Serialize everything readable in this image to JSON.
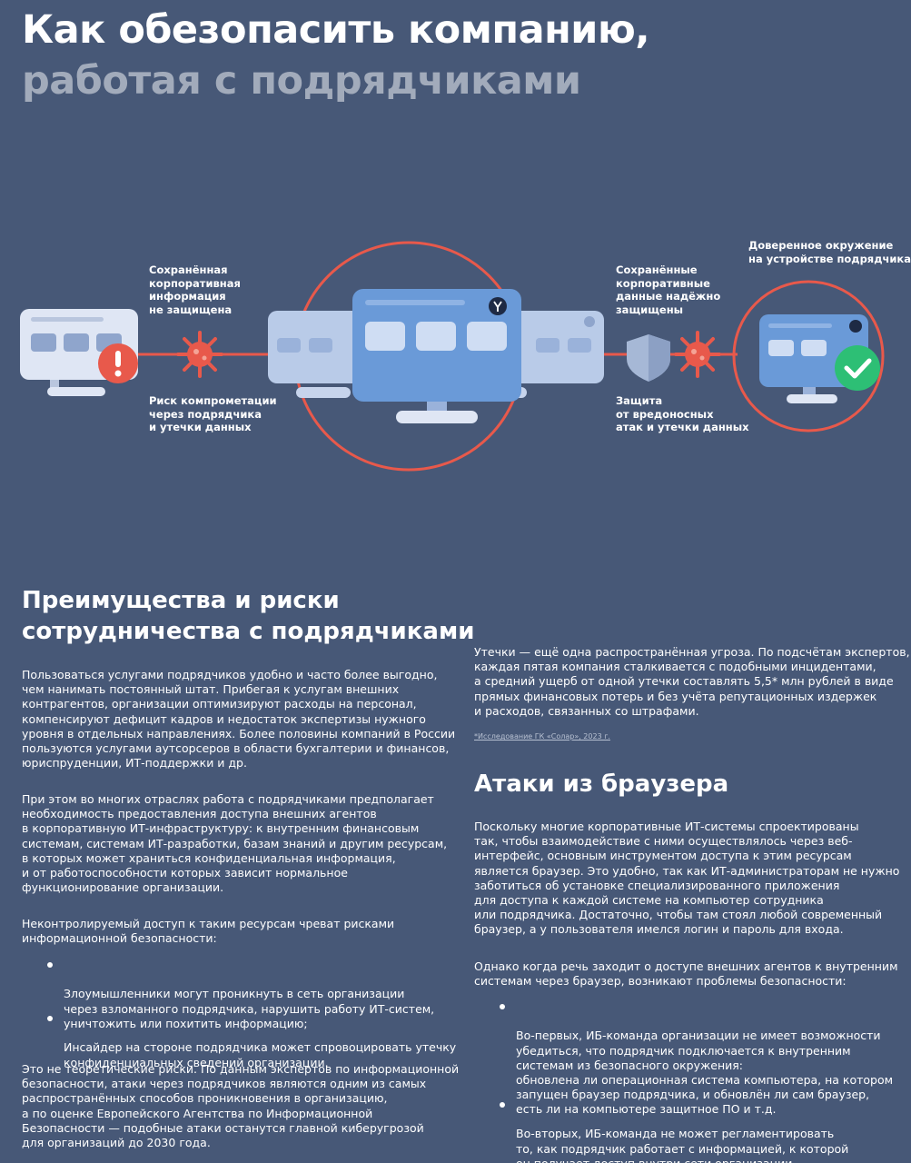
{
  "title": {
    "line1": "Как обезопасить компанию,",
    "line2": "работая с подрядчиками"
  },
  "diagram": {
    "label_unprotected": "Сохранённая\nкорпоративная\nинформация\nне защищена",
    "label_risk": "Риск компрометации\nчерез подрядчика\nи утечки данных",
    "label_protected": "Сохранённые\nкорпоративные\nданные надёжно\nзащищены",
    "label_protection": "Защита\nот вредоносных\nатак и утечки данных",
    "label_trusted": "Доверенное окружение\nна устройстве подрядчика",
    "icons": [
      "warning-icon",
      "virus-icon",
      "shield-icon",
      "check-badge-icon",
      "browser-logo-icon"
    ],
    "colors": {
      "accent_red": "#e8594b",
      "check_green": "#2dbf75",
      "monitor_light": "#dfe6f4",
      "monitor_blue": "#6a9ad8"
    }
  },
  "left": {
    "heading": "Преимущества и риски\nсотрудничества с подрядчиками",
    "p1": "Пользоваться услугами подрядчиков удобно и часто более выгодно,\nчем нанимать постоянный штат. Прибегая к услугам внешних\nконтрагентов, организации оптимизируют расходы на персонал,\nкомпенсируют дефицит кадров и недостаток экспертизы нужного\nуровня в отдельных направлениях. Более половины компаний в России\nпользуются услугами аутсорсеров в области бухгалтерии и финансов,\nюриспруденции, ИТ-поддержки и др.",
    "p2": "При этом во многих отраслях работа с подрядчиками предполагает\nнеобходимость предоставления доступа внешних агентов\nв корпоративную ИТ-инфраструктуру: к внутренним финансовым\nсистемам, системам ИТ-разработки, базам знаний и другим ресурсам,\nв которых может храниться конфиденциальная информация,\nи от работоспособности которых зависит нормальное\nфункционирование организации.",
    "p3": "Неконтролируемый доступ к таким ресурсам чреват рисками\nинформационной безопасности:",
    "bullet1": "Злоумышленники могут проникнуть в сеть организации\nчерез взломанного подрядчика, нарушить работу ИТ-систем,\nуничтожить или похитить информацию;",
    "bullet2": "Инсайдер на стороне подрядчика может спровоцировать утечку\nконфиденциальных сведений организации.",
    "p4": "Это не теоретические риски. По данным экспертов по информационной\nбезопасности, атаки через подрядчиков являются одним из самых\nраспространённых способов проникновения в организацию,\nа по оценке Европейского Агентства по Информационной\nБезопасности — подобные атаки останутся главной киберугрозой\nдля организаций до 2030 года."
  },
  "right": {
    "p1": "Утечки — ещё одна распространённая угроза. По подсчётам экспертов,\nкаждая пятая компания сталкивается с подобными инцидентами,\nа средний ущерб от одной утечки составлять 5,5* млн рублей в виде\nпрямых финансовых потерь и без учёта репутационных издержек\nи расходов, связанных со штрафами.",
    "footnote": "*Исследование ГК «Солар», 2023 г.",
    "heading": "Атаки из браузера",
    "p2": "Поскольку многие корпоративные ИТ-системы спроектированы\nтак, чтобы взаимодействие с ними осуществлялось через веб-\nинтерфейс, основным инструментом доступа к этим ресурсам\nявляется браузер. Это удобно, так как ИТ-администраторам не нужно\nзаботиться об установке специализированного приложения\nдля доступа к каждой системе на компьютер сотрудника\nили подрядчика. Достаточно, чтобы там стоял любой современный\nбраузер, а у пользователя имелся логин и пароль для входа.",
    "p3": "Однако когда речь заходит о доступе внешних агентов к внутренним\nсистемам через браузер, возникают проблемы безопасности:",
    "bullet1": "Во-первых, ИБ-команда организации не имеет возможности\nубедиться, что подрядчик подключается к внутренним\nсистемам из безопасного окружения:\nобновлена ли операционная система компьютера, на котором\nзапущен браузер подрядчика, и обновлён ли сам браузер,\nесть ли на компьютере защитное ПО и т.д.",
    "bullet2": "Во-вторых, ИБ-команда не может регламентировать\nто, как подрядчик работает с информацией, к которой\nон получает доступ внутри сети организации."
  }
}
